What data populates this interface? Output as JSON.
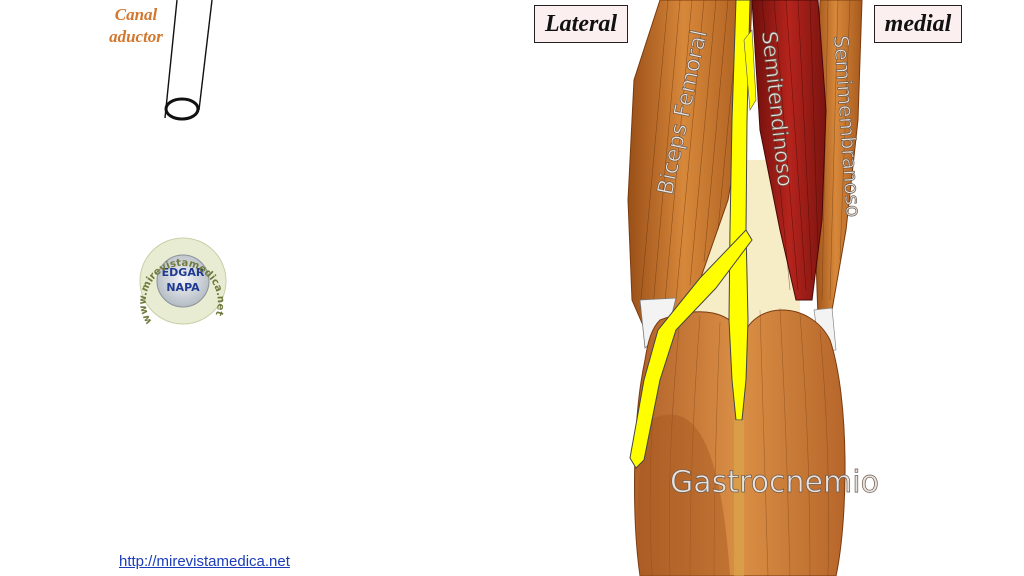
{
  "labels": {
    "canal_line1": "Canal",
    "canal_line2": "aductor",
    "lateral": "Lateral",
    "medial": "medial",
    "biceps": "Biceps Femoral",
    "semitendinoso": "Semitendinoso",
    "semimembranoso": "Semimembranoso",
    "gastrocnemio": "Gastrocnemio"
  },
  "watermark": {
    "line1": "EDGAR",
    "line2": "NAPA",
    "ring_text": "www.mirevistamedica.net"
  },
  "footer": {
    "link": "http://mirevistamedica.net"
  },
  "colors": {
    "label_orange": "#d2772e",
    "muscle_orange": "#c8742c",
    "muscle_red": "#9e1a16",
    "nerve_yellow": "#ffff00",
    "link_blue": "#1a3cb8"
  }
}
